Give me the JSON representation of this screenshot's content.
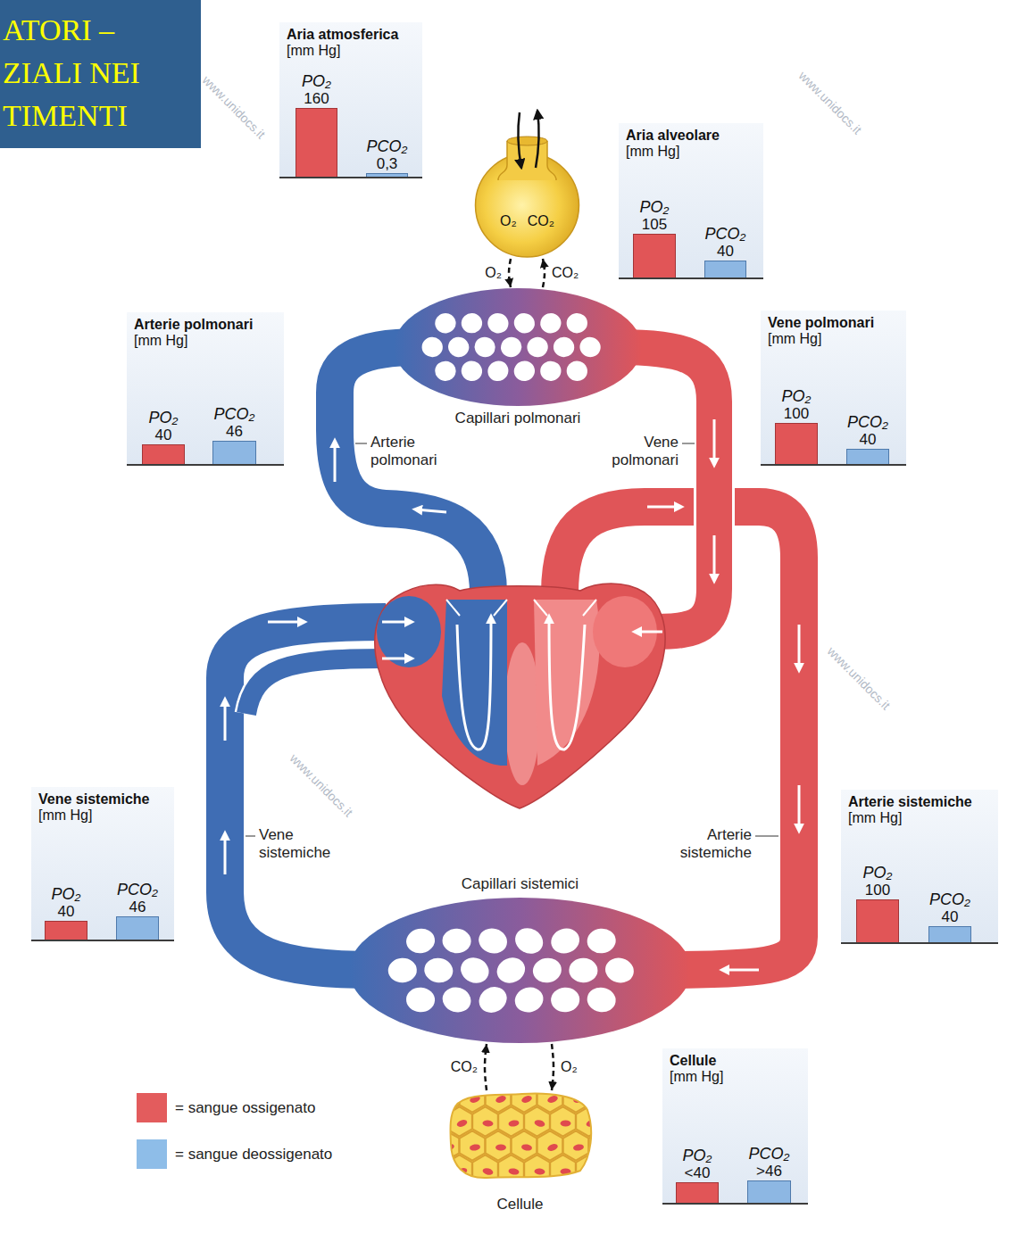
{
  "diagram": {
    "title": "ATORI – ZIALI NEI TIMENTI",
    "nodes": [
      {
        "text": [
          "Aria atmosferica",
          "[mm Hg]"
        ]
      },
      {
        "text": [
          "PO₂",
          "160"
        ],
        "in": 0
      },
      {
        "text": [
          "PCO₂",
          "0,3"
        ],
        "in": 0
      },
      {
        "text": [
          "O₂",
          "CO₂"
        ]
      },
      {
        "text": [
          "Aria alveolare",
          "[mm Hg]"
        ]
      },
      {
        "text": [
          "PO₂",
          "105"
        ],
        "in": 4
      },
      {
        "text": [
          "PCO₂",
          "40"
        ],
        "in": 4
      },
      {
        "text": [
          "Arterie polmonari",
          "[mm Hg]"
        ]
      },
      {
        "text": [
          "PO₂",
          "40"
        ],
        "in": 7
      },
      {
        "text": [
          "PCO₂",
          "46"
        ],
        "in": 7
      },
      {
        "text": [
          "Capillari polmonari"
        ]
      },
      {
        "text": [
          "Vene polmonari",
          "[mm Hg]"
        ]
      },
      {
        "text": [
          "PO₂",
          "100"
        ],
        "in": 11
      },
      {
        "text": [
          "PCO₂",
          "40"
        ],
        "in": 11
      },
      {
        "text": [
          "Vene sistemiche",
          "[mm Hg]"
        ]
      },
      {
        "text": [
          "PO₂",
          "40"
        ],
        "in": 14
      },
      {
        "text": [
          "PCO₂",
          "46"
        ],
        "in": 14
      },
      {
        "text": [
          "Capillari sistemici"
        ]
      },
      {
        "text": [
          "Arterie sistemiche",
          "[mm Hg]"
        ]
      },
      {
        "text": [
          "PO₂",
          "100"
        ],
        "in": 18
      },
      {
        "text": [
          "PCO₂",
          "40"
        ],
        "in": 18
      },
      {
        "text": [
          "Cellule"
        ]
      },
      {
        "text": [
          "Cellule",
          "[mm Hg]"
        ]
      },
      {
        "text": [
          "PO₂",
          "<40"
        ],
        "in": 22
      },
      {
        "text": [
          "PCO₂",
          ">46"
        ],
        "in": 22
      }
    ],
    "edges": [
      {
        "from": 3,
        "to": 10,
        "label": "O₂",
        "arrow": "to"
      },
      {
        "from": 10,
        "to": 3,
        "label": "CO₂",
        "arrow": "to"
      },
      {
        "from": 17,
        "to": 21,
        "label": "O₂",
        "arrow": "to"
      },
      {
        "from": 21,
        "to": 17,
        "label": "CO₂",
        "arrow": "to"
      }
    ],
    "labels": [
      "Arterie polmonari",
      "Vene polmonari",
      "Vene sistemiche",
      "Arterie sistemiche",
      "www.unidocs.it",
      "www.unidocs.it",
      "www.unidocs.it",
      "www.unidocs.it"
    ],
    "legend": [
      {
        "text": "= sangue ossigenato",
        "color": "#e35c5d"
      },
      {
        "text": "= sangue deossigenato",
        "color": "#8ebde8"
      }
    ]
  }
}
